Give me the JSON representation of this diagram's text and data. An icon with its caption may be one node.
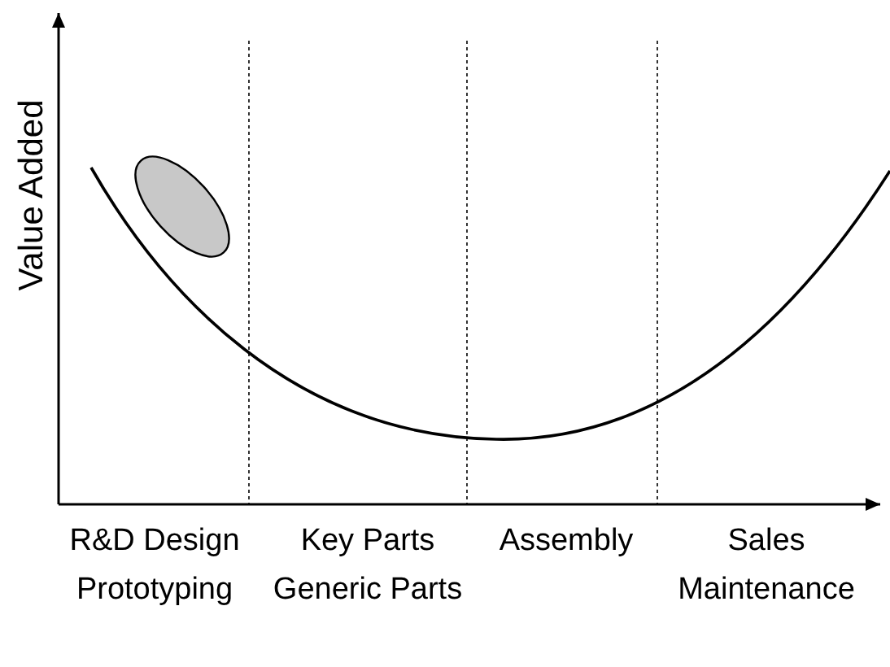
{
  "diagram": {
    "labels": [
      "Value Added",
      "R&D Design Prototyping",
      "Key Parts Generic Parts",
      "Assembly",
      "Sales Maintenance"
    ]
  }
}
